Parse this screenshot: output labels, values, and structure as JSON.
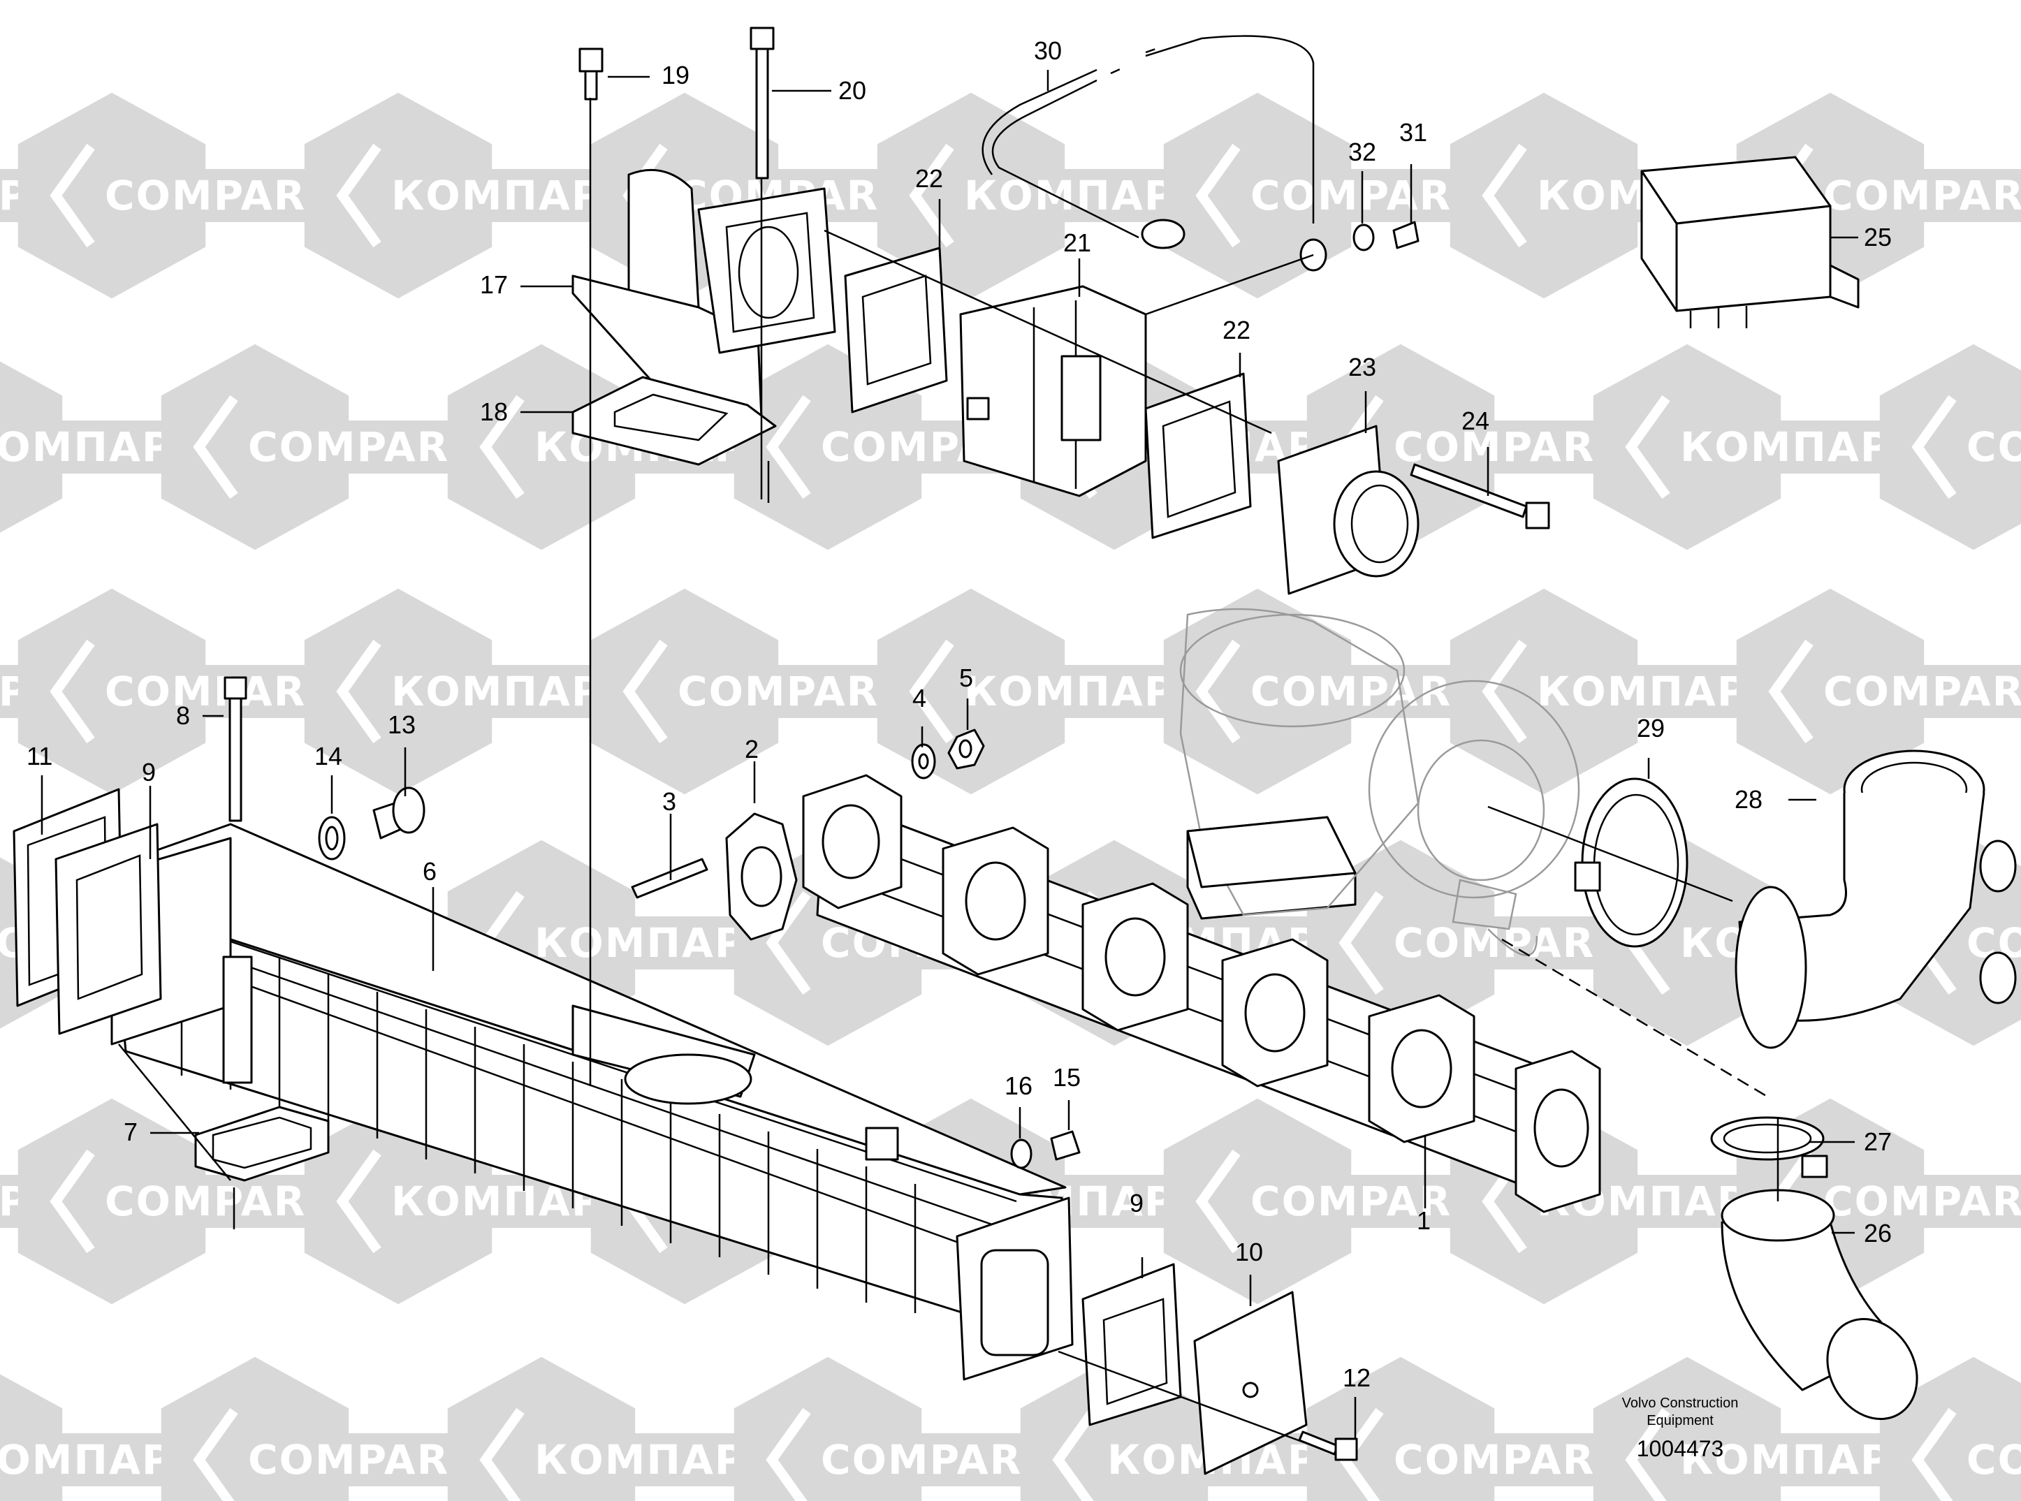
{
  "watermarks": {
    "latin": "COMPART",
    "cyrillic": "КОМПАРТ",
    "color_band": "#d8d8d8",
    "color_text": "#ffffff"
  },
  "callouts": [
    "1",
    "2",
    "3",
    "4",
    "5",
    "6",
    "7",
    "8",
    "9",
    "9",
    "10",
    "11",
    "12",
    "13",
    "14",
    "15",
    "16",
    "17",
    "18",
    "19",
    "20",
    "21",
    "22",
    "22",
    "23",
    "24",
    "25",
    "26",
    "27",
    "28",
    "29",
    "30",
    "31",
    "32"
  ],
  "footer": {
    "manufacturer_line1": "Volvo Construction",
    "manufacturer_line2": "Equipment",
    "drawing_number": "1004473"
  }
}
